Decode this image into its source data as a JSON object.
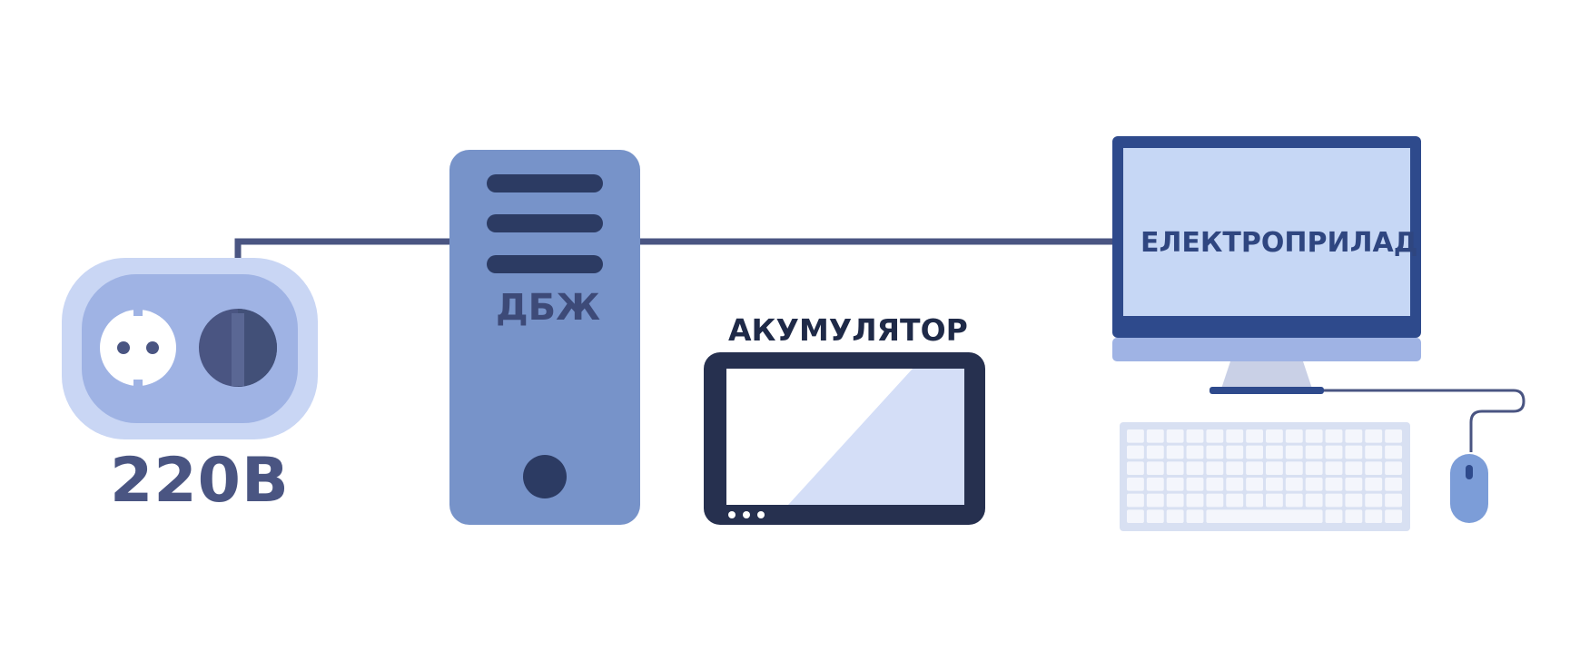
{
  "labels": {
    "voltage": "220В",
    "ups": "ДБЖ",
    "battery": "АКУМУЛЯТОР",
    "device": "ЕЛЕКТРОПРИЛАД"
  },
  "colors": {
    "cable": "#4a5582",
    "socket_outer": "#c9d6f4",
    "socket_inner": "#9fb3e4",
    "ups_body": "#7793c9",
    "ups_slots": "#2c3b63",
    "battery_frame": "#26304f",
    "battery_screen": "#d4def7",
    "monitor_frame": "#2e4a8c",
    "monitor_screen": "#c6d7f5",
    "peripherals": "#7c9dd8"
  },
  "icons": [
    "power-socket-icon",
    "ups-tower-icon",
    "battery-tablet-icon",
    "monitor-icon",
    "keyboard-icon",
    "mouse-icon"
  ]
}
